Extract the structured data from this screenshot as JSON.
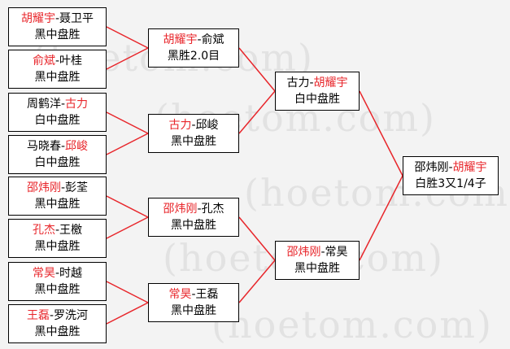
{
  "watermark": "(hoetom.com)",
  "round1": [
    {
      "p1": "胡耀宇",
      "p2": "聂卫平",
      "winner": 1,
      "result": "黑中盘胜"
    },
    {
      "p1": "俞斌",
      "p2": "叶桂",
      "winner": 1,
      "result": "黑中盘胜"
    },
    {
      "p1": "周鹤洋",
      "p2": "古力",
      "winner": 2,
      "result": "白中盘胜"
    },
    {
      "p1": "马晓春",
      "p2": "邱峻",
      "winner": 2,
      "result": "白中盘胜"
    },
    {
      "p1": "邵炜刚",
      "p2": "彭荃",
      "winner": 1,
      "result": "黑中盘胜"
    },
    {
      "p1": "孔杰",
      "p2": "王檄",
      "winner": 1,
      "result": "黑中盘胜"
    },
    {
      "p1": "常昊",
      "p2": "时越",
      "winner": 1,
      "result": "黑中盘胜"
    },
    {
      "p1": "王磊",
      "p2": "罗洗河",
      "winner": 1,
      "result": "黑中盘胜"
    }
  ],
  "round2": [
    {
      "p1": "胡耀宇",
      "p2": "俞斌",
      "winner": 1,
      "result": "黑胜2.0目"
    },
    {
      "p1": "古力",
      "p2": "邱峻",
      "winner": 1,
      "result": "黑中盘胜"
    },
    {
      "p1": "邵炜刚",
      "p2": "孔杰",
      "winner": 1,
      "result": "黑中盘胜"
    },
    {
      "p1": "常昊",
      "p2": "王磊",
      "winner": 1,
      "result": "黑中盘胜"
    }
  ],
  "round3": [
    {
      "p1": "古力",
      "p2": "胡耀宇",
      "winner": 2,
      "result": "白中盘胜"
    },
    {
      "p1": "邵炜刚",
      "p2": "常昊",
      "winner": 1,
      "result": "黑中盘胜"
    }
  ],
  "final": [
    {
      "p1": "邵炜刚",
      "p2": "胡耀宇",
      "winner": 2,
      "result": "白胜3又1/4子"
    }
  ]
}
